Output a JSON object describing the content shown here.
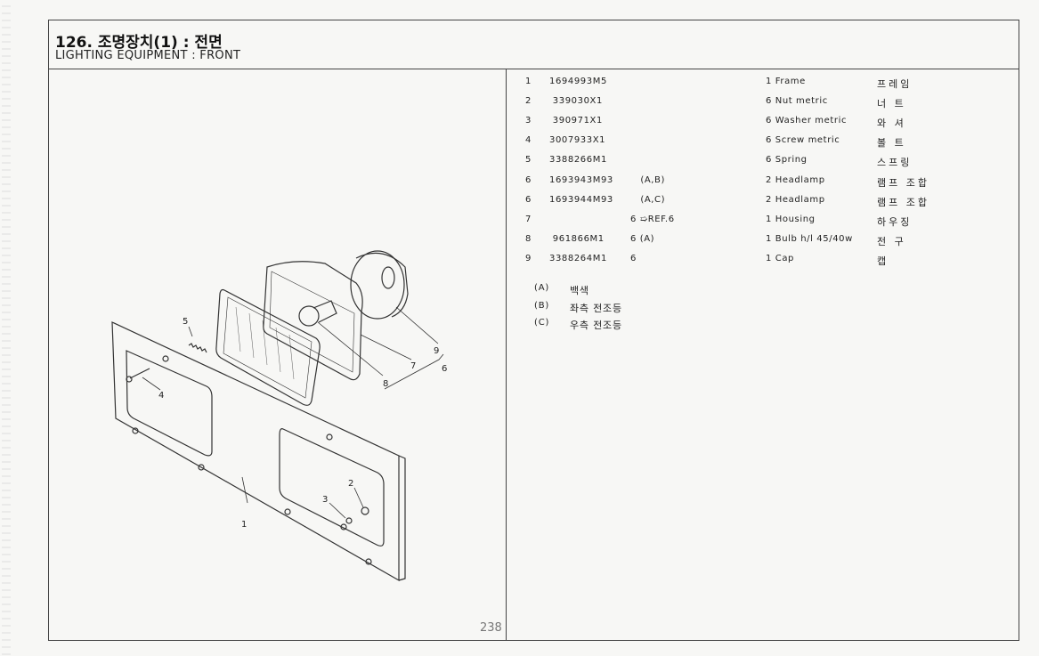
{
  "header": {
    "title": "126. 조명장치(1) : 전면",
    "subtitle": "LIGHTING EQUIPMENT : FRONT"
  },
  "parts": [
    {
      "no": "1",
      "part": "1694993M5",
      "note": "",
      "desc": "1 Frame",
      "kr": "프레임"
    },
    {
      "no": "2",
      "part": " 339030X1",
      "note": "",
      "desc": "6 Nut metric",
      "kr": "너 트"
    },
    {
      "no": "3",
      "part": " 390971X1",
      "note": "",
      "desc": "6 Washer metric",
      "kr": "와 셔"
    },
    {
      "no": "4",
      "part": "3007933X1",
      "note": "",
      "desc": "6 Screw metric",
      "kr": "볼 트"
    },
    {
      "no": "5",
      "part": "3388266M1",
      "note": "",
      "desc": "6 Spring",
      "kr": "스프링"
    },
    {
      "no": "6",
      "part": "1693943M93",
      "note": "   (A,B)",
      "desc": "2 Headlamp",
      "kr": "램프 조합"
    },
    {
      "no": "6",
      "part": "1693944M93",
      "note": "   (A,C)",
      "desc": "2 Headlamp",
      "kr": "램프 조합"
    },
    {
      "no": "7",
      "part": "",
      "note": "6 ➯REF.6",
      "desc": "1 Housing",
      "kr": "하우징"
    },
    {
      "no": "8",
      "part": " 961866M1",
      "note": "6 (A)",
      "desc": "1 Bulb h/l 45/40w",
      "kr": "전 구"
    },
    {
      "no": "9",
      "part": "3388264M1",
      "note": "6",
      "desc": "1 Cap",
      "kr": "캡"
    }
  ],
  "legend": [
    {
      "key": "(A)",
      "value": "백색"
    },
    {
      "key": "(B)",
      "value": "좌측 전조등"
    },
    {
      "key": "(C)",
      "value": "우측 전조등"
    }
  ],
  "callouts": [
    "1",
    "2",
    "3",
    "4",
    "5",
    "6",
    "7",
    "8",
    "9"
  ],
  "page_number": "238"
}
